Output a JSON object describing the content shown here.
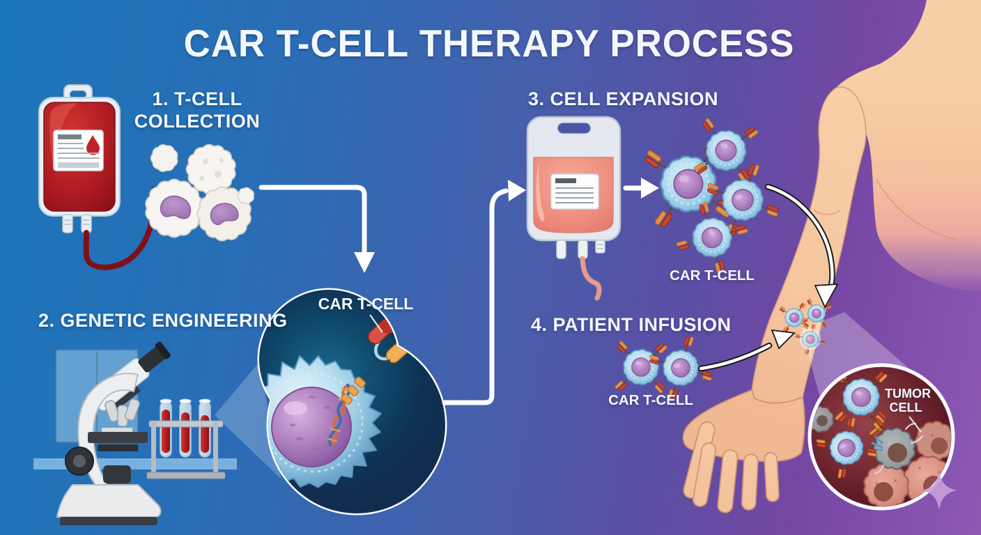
{
  "title": "CAR T-CELL THERAPY PROCESS",
  "steps": {
    "step1": {
      "line1": "1. T-CELL",
      "line2": "COLLECTION"
    },
    "step2": {
      "label": "2. GENETIC ENGINEERING"
    },
    "step3": {
      "label": "3. CELL EXPANSION"
    },
    "step4": {
      "label": "4. PATIENT INFUSION"
    }
  },
  "labels": {
    "engineered_cell": "CAR T-CELL",
    "expanded_cells": "CAR T-CELL",
    "infused_cells": "CAR T-CELL",
    "tumor_line1": "TUMOR",
    "tumor_line2": "CELL"
  },
  "palette": {
    "bg_blue": "#1b76ba",
    "bg_purple": "#8f58b5",
    "title_text": "#ffffff",
    "blood_red": "#b41e24",
    "infusion_fluid_pink": "#ee8d7e",
    "cell_membrane_blue": "#8cc3e1",
    "nucleus_purple": "#a678b6",
    "receptor_red": "#c8452f",
    "receptor_orange": "#e89140",
    "skin": "#f5c9a2",
    "magnifier_navy": "#0f4a6d",
    "tumor_background": "#6b222d",
    "arrow_white": "#ffffff"
  }
}
